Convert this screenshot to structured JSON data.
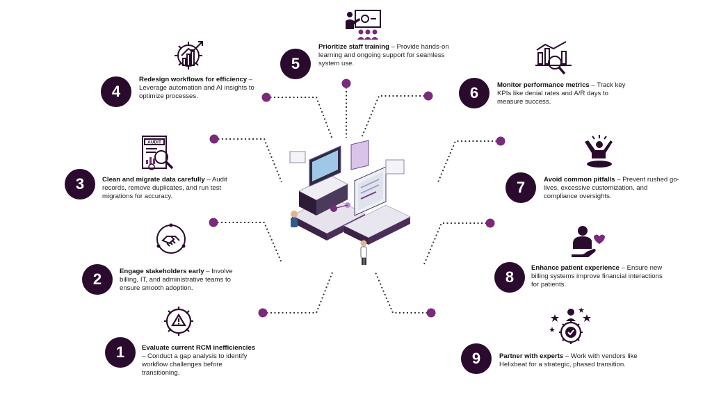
{
  "steps": [
    {
      "number": "1",
      "title": "Evaluate current RCM inefficiencies",
      "separator": " – ",
      "description": "Conduct a gap analysis to identify workflow challenges before transitioning.",
      "icon": "warning-gear-icon"
    },
    {
      "number": "2",
      "title": "Engage stakeholders early",
      "separator": " – ",
      "description": "Involve billing, IT, and administrative teams to ensure smooth adoption.",
      "icon": "handshake-icon"
    },
    {
      "number": "3",
      "title": "Clean and migrate data carefully",
      "separator": " – ",
      "description": "Audit records, remove duplicates, and run test migrations for accuracy.",
      "icon": "audit-document-icon"
    },
    {
      "number": "4",
      "title": "Redesign workflows for efficiency",
      "separator": " – ",
      "description": "Leverage automation and AI insights to optimize processes.",
      "icon": "gear-growth-chart-icon"
    },
    {
      "number": "5",
      "title": "Prioritize staff training",
      "separator": " – ",
      "description": "Provide hands-on learning and ongoing support for seamless system use.",
      "icon": "trainer-presentation-icon"
    },
    {
      "number": "6",
      "title": "Monitor performance metrics",
      "separator": " – ",
      "description": "Track key KPIs like denial rates and A/R days to measure success.",
      "icon": "analytics-magnifier-icon"
    },
    {
      "number": "7",
      "title": "Avoid common pitfalls",
      "separator": " – ",
      "description": "Prevent rushed go-lives, excessive customization, and compliance oversights.",
      "icon": "person-escaping-pit-icon"
    },
    {
      "number": "8",
      "title": "Enhance patient experience",
      "separator": " – ",
      "description": "Ensure new billing systems improve financial interactions for patients.",
      "icon": "patient-heart-hand-icon"
    },
    {
      "number": "9",
      "title": "Partner with experts",
      "separator": " – ",
      "description": "Work with vendors like Helixbeat for a strategic, phased transition.",
      "icon": "expert-badge-stars-icon"
    }
  ],
  "colors": {
    "badge": "#2a0b2e",
    "dot": "#7a2a7a",
    "text": "#222222"
  }
}
